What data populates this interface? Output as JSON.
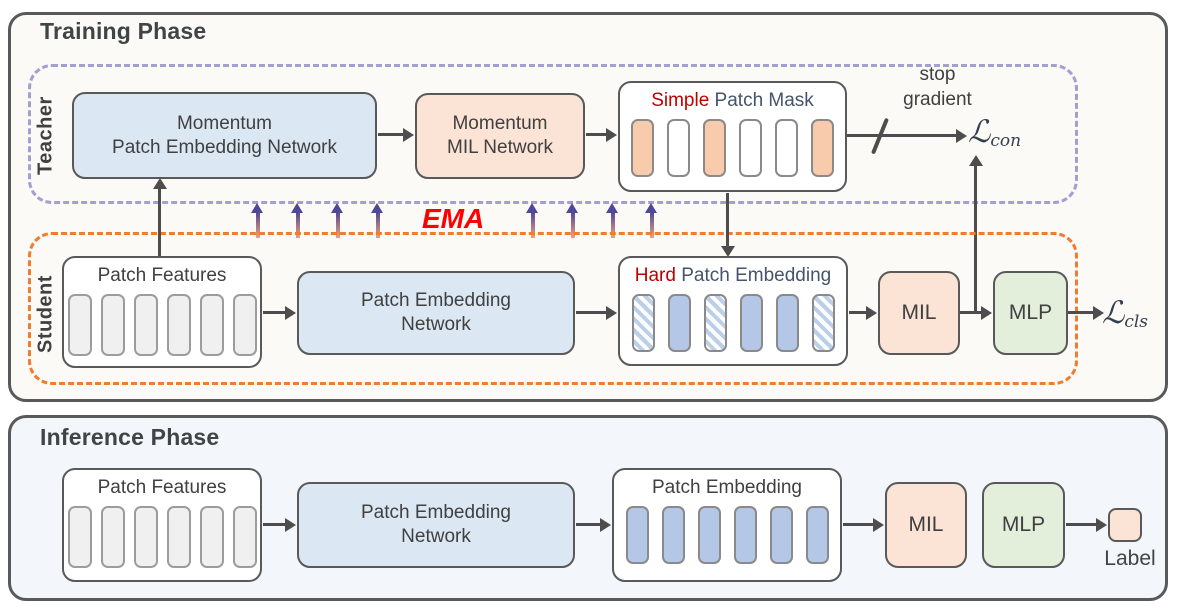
{
  "training": {
    "title": "Training Phase",
    "teacher_label": "Teacher",
    "student_label": "Student",
    "ema_label": "EMA",
    "momentum_pen_line1": "Momentum",
    "momentum_pen_line2": "Patch Embedding Network",
    "momentum_mil_line1": "Momentum",
    "momentum_mil_line2": "MIL Network",
    "simple_mask_highlight": "Simple",
    "simple_mask_rest": " Patch Mask",
    "stop_gradient_line1": "stop",
    "stop_gradient_line2": "gradient",
    "loss_con_symbol": "ℒ",
    "loss_con_sub": "con",
    "patch_features_title": "Patch Features",
    "pen_line1": "Patch Embedding",
    "pen_line2": "Network",
    "hard_embed_highlight": "Hard",
    "hard_embed_rest": " Patch Embedding",
    "mil_label": "MIL",
    "mlp_label": "MLP",
    "loss_cls_symbol": "ℒ",
    "loss_cls_sub": "cls"
  },
  "inference": {
    "title": "Inference Phase",
    "patch_features_title": "Patch Features",
    "pen_line1": "Patch Embedding",
    "pen_line2": "Network",
    "patch_embedding_title": "Patch Embedding",
    "mil_label": "MIL",
    "mlp_label": "MLP",
    "label_text": "Label"
  },
  "patterns": {
    "simple_mask": [
      "orange",
      "white",
      "orange",
      "white",
      "white",
      "orange"
    ],
    "hard_embedding": [
      "hatched",
      "blue",
      "hatched",
      "blue",
      "blue",
      "hatched"
    ],
    "gray_features": [
      "gray",
      "gray",
      "gray",
      "gray",
      "gray",
      "gray"
    ],
    "blue_embedding": [
      "blue",
      "blue",
      "blue",
      "blue",
      "blue",
      "blue"
    ]
  },
  "colors": {
    "outer-border": "#58595b",
    "box-border": "#595959",
    "line": "#4d4d4d",
    "training-bg": "#fbfaf6",
    "inference-bg": "#f3f6fa",
    "blue-fill": "#dbe8f4",
    "peach-fill": "#fbe3d6",
    "green-fill": "#e3efdb",
    "gray-patch": "#f0f0f0",
    "gray-patch-border": "#9c9c9c",
    "patch-border": "#8a8a8a",
    "orange-patch": "#f8cbad",
    "blue-patch": "#b4c7e7",
    "hatch-blue": "#bccfe8",
    "teacher-dash": "#a49fd1",
    "student-dash": "#ed7d31",
    "ema-red": "#ff0000",
    "ema-arrow-top": "#4e4897",
    "ema-arrow-bottom": "#f0a077",
    "highlight-red": "#c00000",
    "title-text": "#3f4446",
    "box-text": "#404040",
    "mask-title": "#44546a",
    "loss-text": "#333f50"
  }
}
